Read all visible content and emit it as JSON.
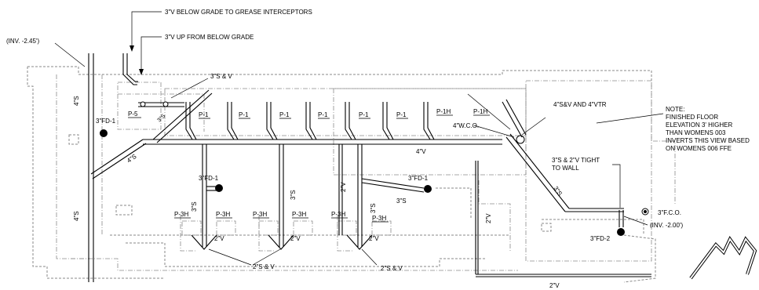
{
  "labels": {
    "below_grade_grease": "3\"V BELOW GRADE TO GREASE INTERCEPTORS",
    "up_from_below": "3\"V UP FROM BELOW GRADE",
    "inv_left": "(INV. -2.45')",
    "s_and_v_top": "3\"S & V",
    "fd1_left": "3\"FD-1",
    "four_s_top": "4\"S",
    "four_s_bottom": "4\"S",
    "four_s_diag": "4\"S",
    "three_s_small": "3\"S",
    "p5": "P-5",
    "p1_a": "P-1",
    "p1_b": "P-1",
    "p1_c": "P-1",
    "p1_d": "P-1",
    "p1_e": "P-1",
    "p1_f": "P-1",
    "p1h_a": "P-1H",
    "p1h_b": "P-1H",
    "four_v": "4\"V",
    "wco": "4\"W.C.O.",
    "sv_vtr": "4\"S&V AND 4\"VTR",
    "note": [
      "NOTE:",
      "FINISHED FLOOR",
      "ELEVATION 3' HIGHER",
      "THAN WOMENS 003",
      "INVERTS THIS VIEW BASED",
      "ON WOMENS 006 FFE"
    ],
    "tight_wall": [
      "3\"S & 2\"V TIGHT",
      "TO WALL"
    ],
    "fd1_mid": "3\"FD-1",
    "fd1_right": "3\"FD-1",
    "three_s_v1": "3\"S",
    "three_s_v2": "3\"S",
    "three_s_v3": "3\"S",
    "three_s_h": "3\"S",
    "two_v_a": "2\"V",
    "two_v_b": "2\"V",
    "two_v_c": "2\"V",
    "two_v_d": "2\"V",
    "two_v_e": "2\"V",
    "two_v_f": "2\"V",
    "three_s_diag": "3\"S",
    "p3h": [
      "P-3H",
      "P-3H",
      "P-3H",
      "P-3H",
      "P-3H",
      "P-3H"
    ],
    "sv_bottom_left": "2\"S & V",
    "sv_bottom_right": "2\"S & V",
    "fco": "3\"F.C.O.",
    "inv_right": "(INV. -2.00')",
    "fd2": "3\"FD-2"
  }
}
